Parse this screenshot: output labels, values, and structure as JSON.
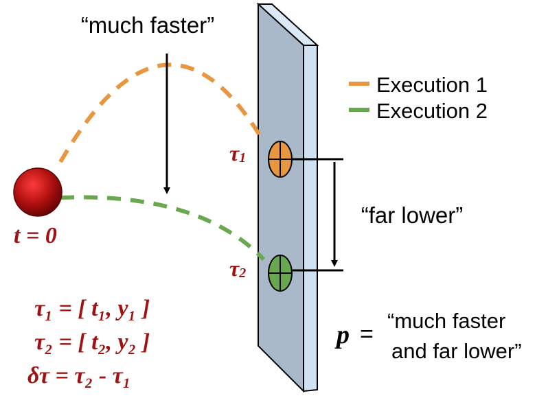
{
  "labels": {
    "much_faster": "“much faster”",
    "far_lower": "“far lower”",
    "t0": "t = 0",
    "tau1": "τ",
    "tau1_sub": "1",
    "tau2": "τ",
    "tau2_sub": "2"
  },
  "legend": {
    "items": [
      {
        "label": "Execution 1",
        "color": "#e8963f"
      },
      {
        "label": "Execution 2",
        "color": "#6aa84f"
      }
    ]
  },
  "equations": {
    "line1": "τ₁ = [ t₁, y₁ ]",
    "line2": "τ₂ = [ t₂, y₂ ]",
    "line3": "δτ = τ₂ - τ₁"
  },
  "property": {
    "symbol": "p",
    "equals": "=",
    "line1": "“much faster",
    "line2": "and far lower”"
  },
  "colors": {
    "execution1": "#e8963f",
    "execution2": "#6aa84f",
    "panel_front": "#a9b9c9",
    "panel_side": "#cfe2f3",
    "ball": "#b01010",
    "label_red": "#a01212"
  }
}
